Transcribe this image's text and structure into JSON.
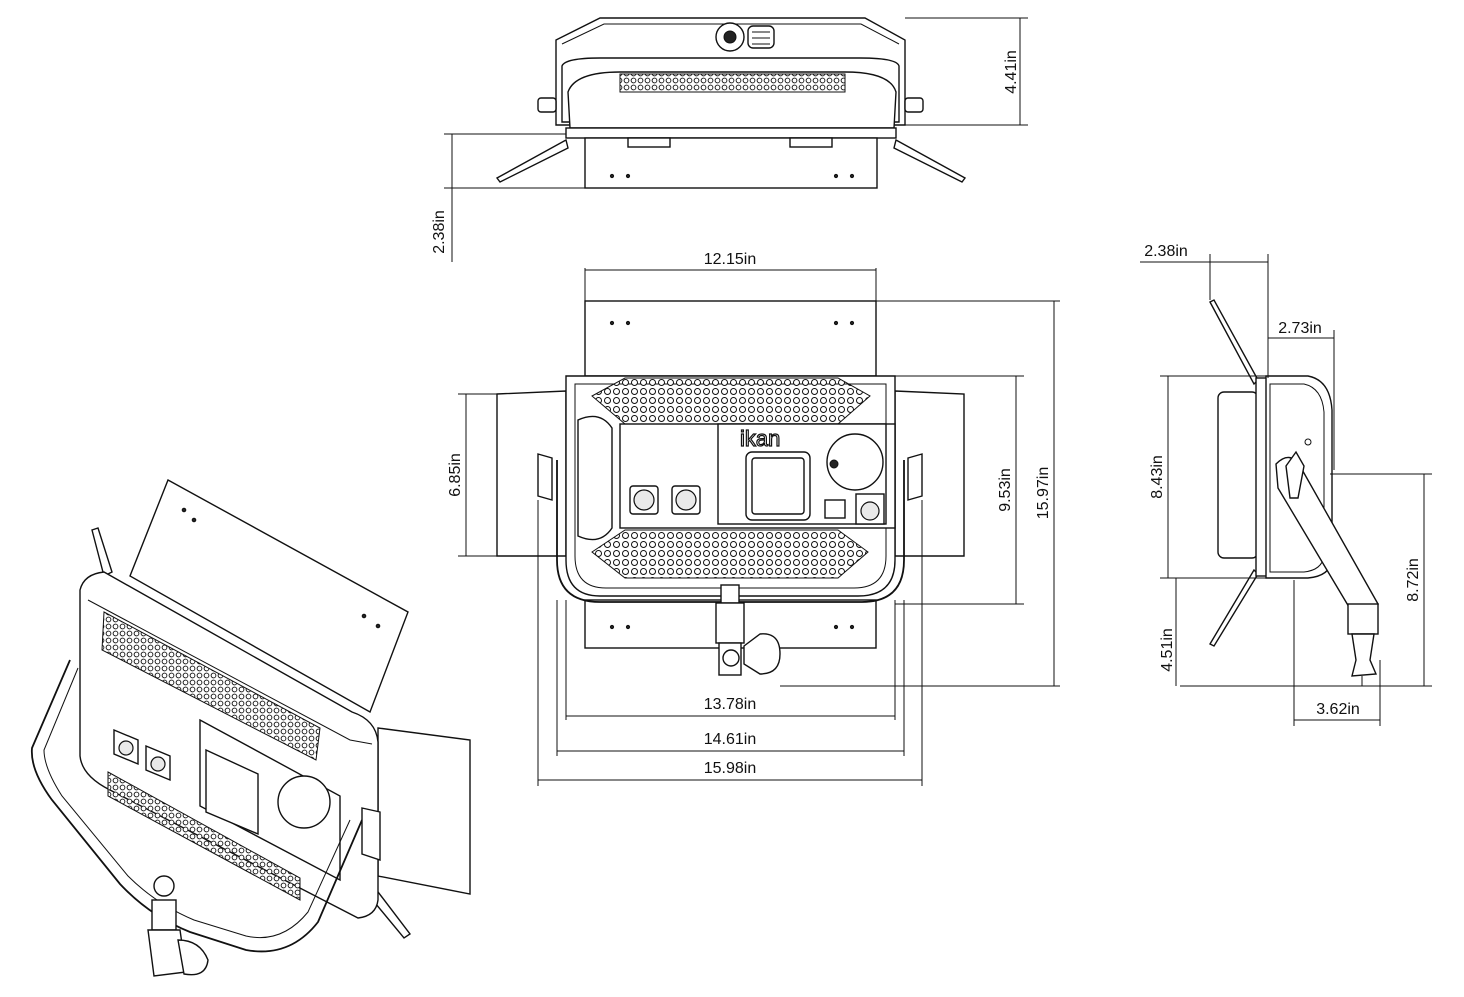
{
  "brand": {
    "logo_text": "ikan"
  },
  "dimensions": {
    "top_height": "4.41in",
    "top_barndoor_depth": "2.38in",
    "front_top_door_width": "12.15in",
    "front_side_door_height": "6.85in",
    "front_body_height": "9.53in",
    "front_total_height": "15.97in",
    "front_body_width": "13.78in",
    "front_yoke_width": "14.61in",
    "front_total_width": "15.98in",
    "side_door_depth": "2.38in",
    "side_body_depth": "2.73in",
    "side_body_height": "8.43in",
    "side_yoke_height": "8.72in",
    "side_mount_height": "4.51in",
    "side_yoke_depth": "3.62in"
  }
}
